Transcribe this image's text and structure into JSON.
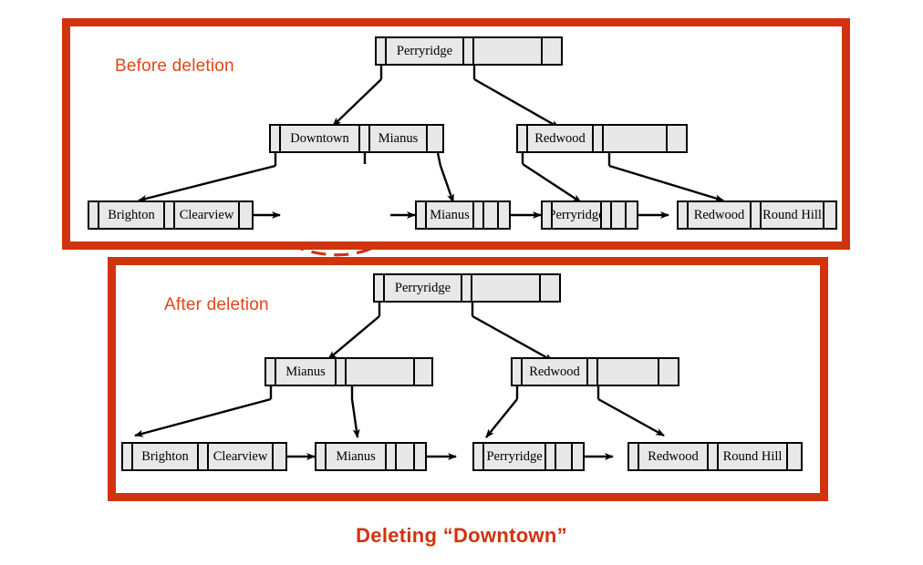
{
  "diagram": {
    "caption": "Deleting “Downtown”",
    "accent_color": "#d0330d",
    "label_color": "#e0461a",
    "node_fill": "#e8e8e8",
    "node_stroke": "#000000"
  },
  "panels": [
    {
      "id": "before",
      "label": "Before deletion",
      "root": {
        "keys": [
          "Perryridge",
          ""
        ]
      },
      "internal": [
        {
          "keys": [
            "Downtown",
            "Mianus"
          ]
        },
        {
          "keys": [
            "Redwood",
            ""
          ]
        }
      ],
      "leaves": [
        {
          "keys": [
            "Brighton",
            "Clearview",
            ""
          ]
        },
        {
          "keys": [
            "Mianus",
            "",
            ""
          ]
        },
        {
          "keys": [
            "Perryridge",
            "",
            ""
          ]
        },
        {
          "keys": [
            "Redwood",
            "Round Hill",
            ""
          ]
        }
      ]
    },
    {
      "id": "after",
      "label": "After deletion",
      "root": {
        "keys": [
          "Perryridge",
          ""
        ]
      },
      "internal": [
        {
          "keys": [
            "Mianus",
            ""
          ]
        },
        {
          "keys": [
            "Redwood",
            ""
          ]
        }
      ],
      "leaves": [
        {
          "keys": [
            "Brighton",
            "Clearview",
            ""
          ]
        },
        {
          "keys": [
            "Mianus",
            "",
            ""
          ]
        },
        {
          "keys": [
            "Perryridge",
            "",
            ""
          ]
        },
        {
          "keys": [
            "Redwood",
            "Round Hill",
            ""
          ]
        }
      ]
    }
  ],
  "labels": {
    "before_root_key": "Perryridge",
    "before_internal_left_key1": "Downtown",
    "before_internal_left_key2": "Mianus",
    "before_internal_right_key1": "Redwood",
    "before_leaf1_key1": "Brighton",
    "before_leaf1_key2": "Clearview",
    "before_leaf2_key1": "Mianus",
    "before_leaf3_key1": "Perryridge",
    "before_leaf4_key1": "Redwood",
    "before_leaf4_key2": "Round Hill",
    "after_root_key": "Perryridge",
    "after_internal_left_key1": "Mianus",
    "after_internal_right_key1": "Redwood",
    "after_leaf1_key1": "Brighton",
    "after_leaf1_key2": "Clearview",
    "after_leaf2_key1": "Mianus",
    "after_leaf3_key1": "Perryridge",
    "after_leaf4_key1": "Redwood",
    "after_leaf4_key2": "Round Hill"
  }
}
